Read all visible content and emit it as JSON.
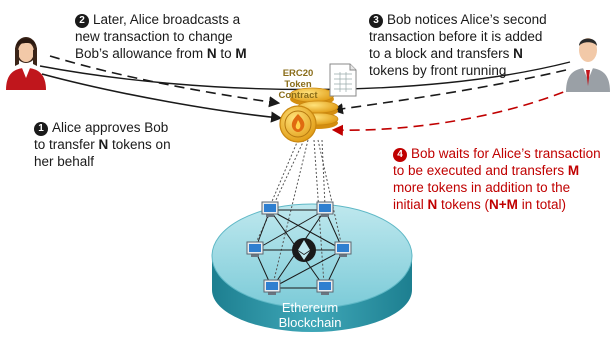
{
  "steps": {
    "s1": {
      "num": "1",
      "l1": "Alice approves Bob",
      "l2a": "to transfer ",
      "l2b": "N",
      "l2c": " tokens on",
      "l3": "her behalf"
    },
    "s2": {
      "num": "2",
      "l1": "Later, Alice broadcasts a",
      "l2": "new transaction to change",
      "l3a": "Bob’s allowance from ",
      "l3b": "N",
      "l3c": " to ",
      "l3d": "M"
    },
    "s3": {
      "num": "3",
      "l1": "Bob notices Alice’s second",
      "l2": "transaction before it is added",
      "l3": "to a block and transfers ",
      "l3b": "N",
      "l4": "tokens by front running"
    },
    "s4": {
      "num": "4",
      "l1": "Bob waits for Alice’s transaction",
      "l2a": "to be executed and transfers ",
      "l2b": "M",
      "l3": "more tokens in addition to the",
      "l4a": "initial ",
      "l4b": "N",
      "l4c": " tokens (",
      "l4d": "N+M",
      "l4e": " in total)"
    }
  },
  "contract": {
    "l1": "ERC20",
    "l2": "Token",
    "l3": "Contract"
  },
  "chain": {
    "l1": "Ethereum",
    "l2": "Blockchain"
  },
  "colors": {
    "accent_red": "#c00000",
    "chain_teal": "#3fa7b8",
    "coin_gold": "#f0b323",
    "text": "#1a1a1a"
  },
  "icons": {
    "alice": "woman-avatar-icon",
    "bob": "man-avatar-icon",
    "contract": "document-icon",
    "coins": "coin-stack-icon",
    "node": "computer-icon",
    "ethereum": "ethereum-logo-icon"
  }
}
